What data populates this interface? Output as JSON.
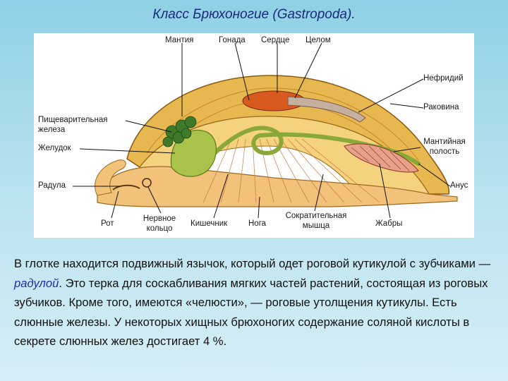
{
  "title": "Класс Брюхоногие (Gastropoda).",
  "labels": {
    "mantle": "Мантия",
    "gonad": "Гонада",
    "heart": "Сердце",
    "coelom": "Целом",
    "nephridium": "Нефридий",
    "shell": "Раковина",
    "digestive_gland_1": "Пищеварительная",
    "digestive_gland_2": "железа",
    "stomach": "Желудок",
    "mantle_cavity_1": "Мантийная",
    "mantle_cavity_2": "полость",
    "radula": "Радула",
    "anus": "Анус",
    "mouth": "Рот",
    "nerve_ring_1": "Нервное",
    "nerve_ring_2": "кольцо",
    "intestine": "Кишечник",
    "foot": "Нога",
    "retractor_1": "Сократительная",
    "retractor_2": "мышца",
    "gills": "Жабры"
  },
  "text": {
    "part1": "В глотке находится подвижный язычок, который одет роговой кутикулой с зубчиками — ",
    "radula_term": "радулой",
    "part2": ". Это терка для соскабливания мягких частей растений, состоящая из роговых зубчиков. Кроме того, имеются «челюсти», — роговые утолщения кутикулы. Есть слюнные железы. У некоторых хищных брюхоногих содержание соляной кислоты в секрете слюнных желез достигает 4 %."
  },
  "colors": {
    "background_top": "#8fd0e6",
    "title": "#1a2a7a",
    "shell": "#e8b850",
    "foot": "#f2c27a",
    "stomach": "#a8c24a",
    "digestive_gland": "#3e7a2a",
    "heart": "#d85a1e",
    "radula_term": "#1f2fa8"
  }
}
